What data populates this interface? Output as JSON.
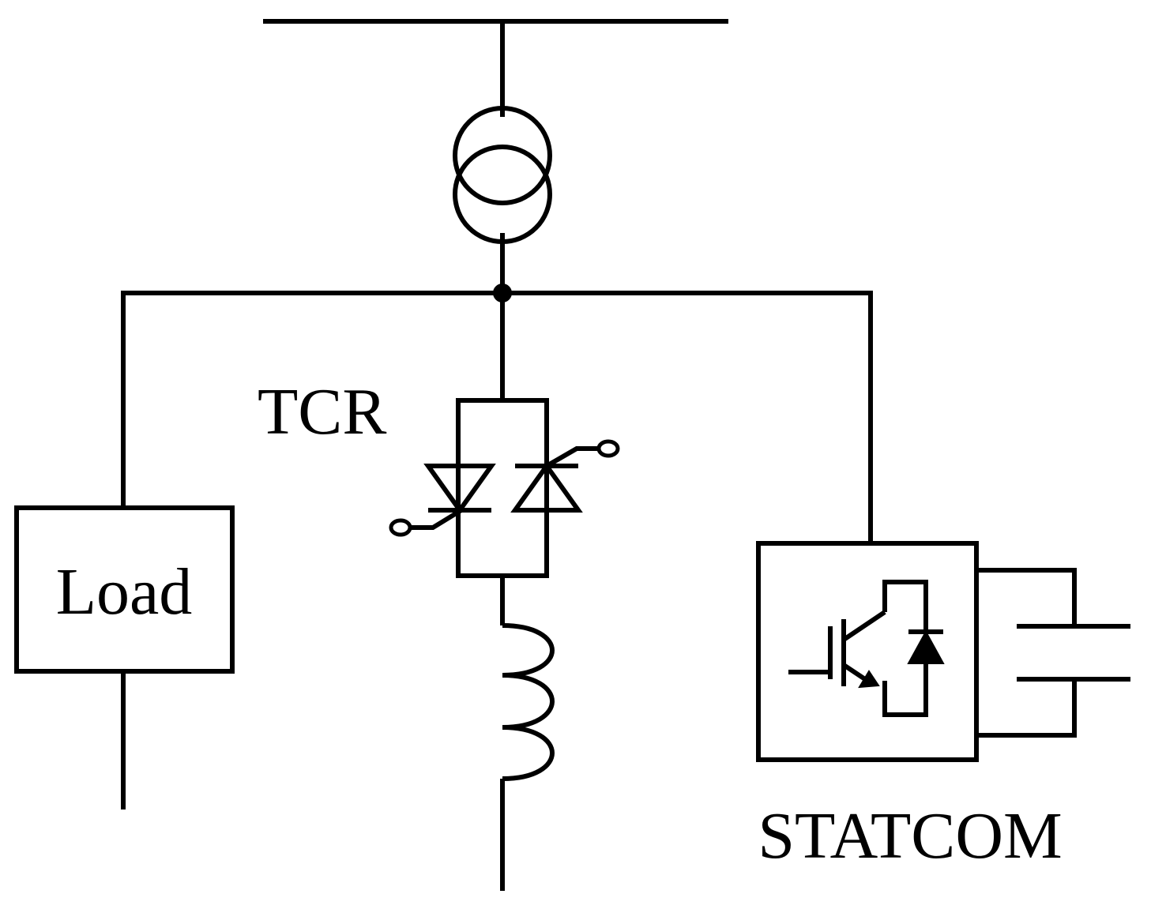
{
  "labels": {
    "load": "Load",
    "tcr": "TCR",
    "statcom": "STATCOM"
  },
  "colors": {
    "line": "#000000",
    "background": "#ffffff"
  }
}
